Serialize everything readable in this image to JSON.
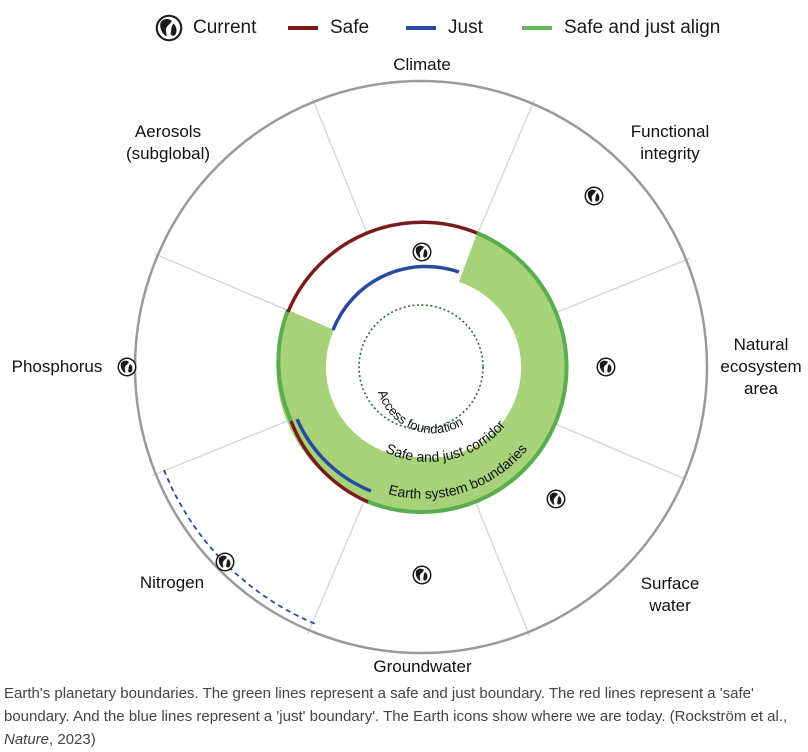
{
  "legend": {
    "current": {
      "label": "Current",
      "icon": "globe-icon"
    },
    "safe": {
      "label": "Safe",
      "color": "#7a1a1a"
    },
    "just": {
      "label": "Just",
      "color": "#2a4a9e"
    },
    "align": {
      "label": "Safe and just align",
      "color": "#66b85a"
    }
  },
  "sectors": {
    "climate": "Climate",
    "functional_integrity_1": "Functional",
    "functional_integrity_2": "integrity",
    "natural_1": "Natural",
    "natural_2": "ecosystem",
    "natural_3": "area",
    "surface_1": "Surface",
    "surface_2": "water",
    "groundwater": "Groundwater",
    "nitrogen": "Nitrogen",
    "phosphorus": "Phosphorus",
    "aerosols_1": "Aerosols",
    "aerosols_2": "(subglobal)"
  },
  "inner_labels": {
    "access": "Access foundation",
    "corridor": "Safe and just corridor",
    "boundaries": "Earth system boundaries"
  },
  "colors": {
    "safe": "#7a1a1a",
    "just": "#2a4a9e",
    "align_stroke": "#5aad4e",
    "align_fill": "#a8d27a",
    "outer_ring": "#9a9a9a",
    "spokes": "#d0d0d0"
  },
  "caption": {
    "text_1": "Earth's planetary boundaries. The green lines represent a safe and just boundary. The red lines represent a 'safe' boundary. And the blue lines represent a 'just' boundary'. The Earth icons show where we are today. (Rockström et al., ",
    "journal": "Nature",
    "text_2": ", 2023)"
  }
}
